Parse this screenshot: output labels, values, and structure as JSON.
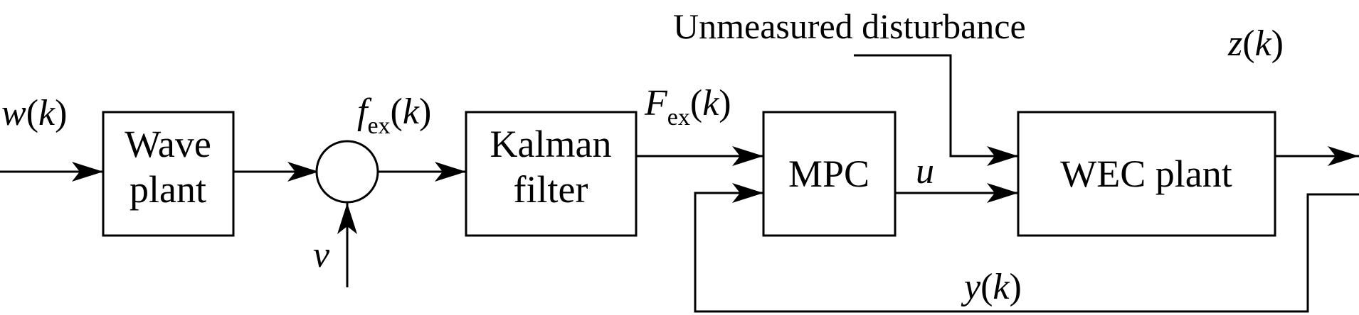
{
  "blocks": {
    "wave_plant": {
      "line1": "Wave",
      "line2": "plant"
    },
    "kalman_filter": {
      "line1": "Kalman",
      "line2": "filter"
    },
    "mpc": {
      "label": "MPC"
    },
    "wec_plant": {
      "label": "WEC plant"
    }
  },
  "signals": {
    "w": {
      "sym": "w",
      "open": "(",
      "arg": "k",
      "close": ")"
    },
    "f_ex": {
      "sym": "f",
      "sub": "ex",
      "open": "(",
      "arg": "k",
      "close": ")"
    },
    "F_ex": {
      "sym": "F",
      "sub": "ex",
      "open": "(",
      "arg": "k",
      "close": ")"
    },
    "v": {
      "sym": "v"
    },
    "u": {
      "sym": "u"
    },
    "y": {
      "sym": "y",
      "open": "(",
      "arg": "k",
      "close": ")"
    },
    "z": {
      "sym": "z",
      "open": "(",
      "arg": "k",
      "close": ")"
    }
  },
  "annotations": {
    "disturbance": "Unmeasured disturbance"
  },
  "colors": {
    "stroke": "#000000",
    "background": "#ffffff"
  }
}
